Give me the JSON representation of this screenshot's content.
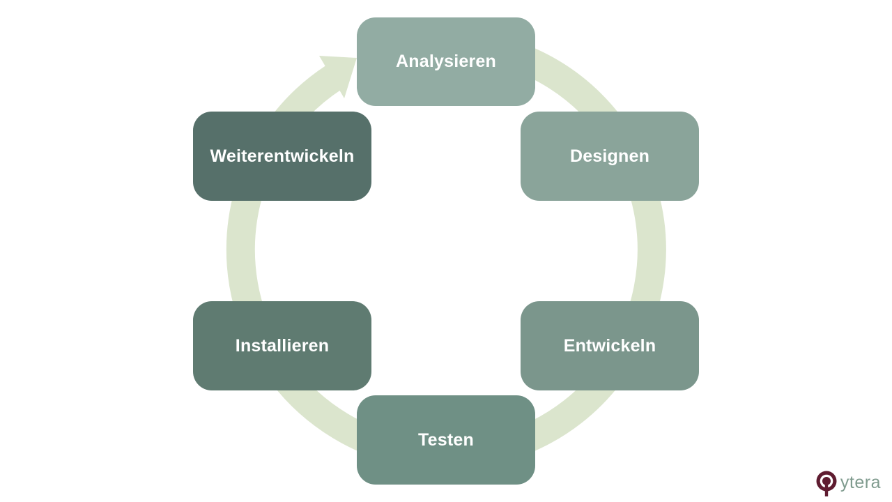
{
  "page": {
    "background": "#ffffff"
  },
  "diagram": {
    "type": "cycle",
    "direction": "clockwise",
    "ring_color": "#dbe5cd",
    "label_text_color": "#ffffff",
    "steps": [
      {
        "label": "Analysieren",
        "color": "#92aca3",
        "position": "top"
      },
      {
        "label": "Designen",
        "color": "#8aa49a",
        "position": "top-right"
      },
      {
        "label": "Entwickeln",
        "color": "#7b968c",
        "position": "bottom-right"
      },
      {
        "label": "Testen",
        "color": "#6f9085",
        "position": "bottom"
      },
      {
        "label": "Installieren",
        "color": "#5f7b71",
        "position": "bottom-left"
      },
      {
        "label": "Weiterentwickeln",
        "color": "#56706a",
        "position": "top-left"
      }
    ]
  },
  "logo": {
    "text": "ytera",
    "text_color": "#7f9b8e",
    "mark_color": "#5f1c30",
    "mark_inner_color": "#ffffff"
  }
}
